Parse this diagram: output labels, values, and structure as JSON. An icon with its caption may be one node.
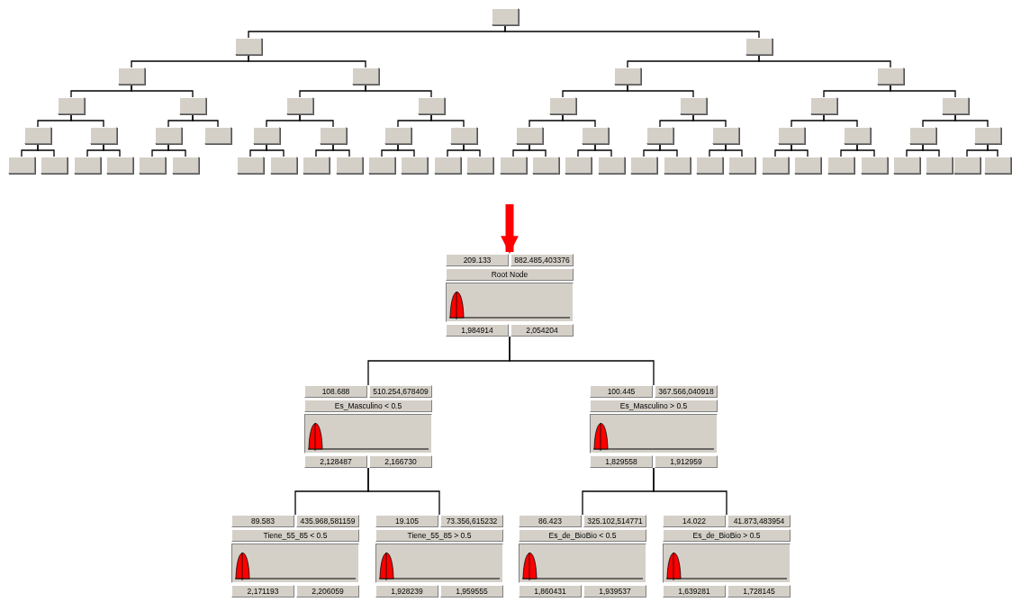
{
  "diagram": {
    "nodes": [
      {
        "text": [],
        "shape": "box"
      },
      {
        "text": [],
        "shape": "box"
      },
      {
        "text": [],
        "shape": "box"
      },
      {
        "text": [],
        "shape": "box"
      },
      {
        "text": [],
        "shape": "box"
      },
      {
        "text": [],
        "shape": "box"
      },
      {
        "text": [],
        "shape": "box"
      },
      {
        "text": [],
        "shape": "box"
      },
      {
        "text": [],
        "shape": "box"
      },
      {
        "text": [],
        "shape": "box"
      },
      {
        "text": [],
        "shape": "box"
      },
      {
        "text": [],
        "shape": "box"
      },
      {
        "text": [],
        "shape": "box"
      },
      {
        "text": [],
        "shape": "box"
      },
      {
        "text": [],
        "shape": "box"
      },
      {
        "text": [],
        "shape": "box"
      },
      {
        "text": [],
        "shape": "box"
      },
      {
        "text": [],
        "shape": "box"
      },
      {
        "text": [],
        "shape": "box"
      },
      {
        "text": [],
        "shape": "box"
      },
      {
        "text": [],
        "shape": "box"
      },
      {
        "text": [],
        "shape": "box"
      },
      {
        "text": [],
        "shape": "box"
      },
      {
        "text": [],
        "shape": "box"
      },
      {
        "text": [],
        "shape": "box"
      },
      {
        "text": [],
        "shape": "box"
      },
      {
        "text": [],
        "shape": "box"
      },
      {
        "text": [],
        "shape": "box"
      },
      {
        "text": [],
        "shape": "box"
      },
      {
        "text": [],
        "shape": "box"
      },
      {
        "text": [],
        "shape": "box"
      },
      {
        "text": [],
        "shape": "box"
      },
      {
        "text": [],
        "shape": "box"
      },
      {
        "text": [],
        "shape": "box"
      },
      {
        "text": [],
        "shape": "box"
      },
      {
        "text": [],
        "shape": "box"
      },
      {
        "text": [],
        "shape": "box"
      },
      {
        "text": [],
        "shape": "box"
      },
      {
        "text": [],
        "shape": "box"
      },
      {
        "text": [],
        "shape": "box"
      },
      {
        "text": [],
        "shape": "box"
      },
      {
        "text": [],
        "shape": "box"
      },
      {
        "text": [],
        "shape": "box"
      },
      {
        "text": [],
        "shape": "box"
      },
      {
        "text": [],
        "shape": "box"
      },
      {
        "text": [],
        "shape": "box"
      },
      {
        "text": [],
        "shape": "box"
      },
      {
        "text": [],
        "shape": "box"
      },
      {
        "text": [],
        "shape": "box"
      },
      {
        "text": [],
        "shape": "box"
      },
      {
        "text": [],
        "shape": "box"
      },
      {
        "text": [],
        "shape": "box"
      },
      {
        "text": [],
        "shape": "box"
      },
      {
        "text": [],
        "shape": "box"
      },
      {
        "text": [],
        "shape": "box"
      },
      {
        "text": [],
        "shape": "box"
      },
      {
        "text": [],
        "shape": "box"
      },
      {
        "text": [],
        "shape": "box"
      },
      {
        "text": [],
        "shape": "box"
      },
      {
        "text": [],
        "shape": "box"
      },
      {
        "text": [],
        "shape": "box"
      },
      {
        "text": [
          "209.133",
          "882.485,403376",
          "Root Node",
          "1,984914",
          "2,054204"
        ]
      },
      {
        "text": [
          "108.688",
          "510.254,678409",
          "Es_Masculino < 0.5",
          "2,128487",
          "2,166730"
        ]
      },
      {
        "text": [
          "100.445",
          "367.566,040918",
          "Es_Masculino > 0.5",
          "1,829558",
          "1,912959"
        ]
      },
      {
        "text": [
          "89.583",
          "435.968,581159",
          "Tiene_55_85 < 0.5",
          "2,171193",
          "2,206059"
        ]
      },
      {
        "text": [
          "19.105",
          "73.356,615232",
          "Tiene_55_85 > 0.5",
          "1,928239",
          "1,959555"
        ]
      },
      {
        "text": [
          "86.423",
          "325.102,514771",
          "Es_de_BioBio < 0.5",
          "1,860431",
          "1,939537"
        ]
      },
      {
        "text": [
          "14.022",
          "41.873,483954",
          "Es_de_BioBio > 0.5",
          "1,639281",
          "1,728145"
        ]
      }
    ],
    "edges": [
      {
        "from": 0,
        "to": 1,
        "arrow": "none"
      },
      {
        "from": 0,
        "to": 2,
        "arrow": "none"
      },
      {
        "from": 1,
        "to": 3,
        "arrow": "none"
      },
      {
        "from": 1,
        "to": 4,
        "arrow": "none"
      },
      {
        "from": 2,
        "to": 5,
        "arrow": "none"
      },
      {
        "from": 2,
        "to": 6,
        "arrow": "none"
      },
      {
        "from": 3,
        "to": 7,
        "arrow": "none"
      },
      {
        "from": 3,
        "to": 8,
        "arrow": "none"
      },
      {
        "from": 4,
        "to": 9,
        "arrow": "none"
      },
      {
        "from": 4,
        "to": 10,
        "arrow": "none"
      },
      {
        "from": 5,
        "to": 11,
        "arrow": "none"
      },
      {
        "from": 5,
        "to": 12,
        "arrow": "none"
      },
      {
        "from": 6,
        "to": 13,
        "arrow": "none"
      },
      {
        "from": 6,
        "to": 14,
        "arrow": "none"
      },
      {
        "from": 7,
        "to": 15,
        "arrow": "none"
      },
      {
        "from": 7,
        "to": 16,
        "arrow": "none"
      },
      {
        "from": 8,
        "to": 17,
        "arrow": "none"
      },
      {
        "from": 8,
        "to": 18,
        "arrow": "none"
      },
      {
        "from": 9,
        "to": 19,
        "arrow": "none"
      },
      {
        "from": 9,
        "to": 20,
        "arrow": "none"
      },
      {
        "from": 10,
        "to": 21,
        "arrow": "none"
      },
      {
        "from": 10,
        "to": 22,
        "arrow": "none"
      },
      {
        "from": 11,
        "to": 23,
        "arrow": "none"
      },
      {
        "from": 11,
        "to": 24,
        "arrow": "none"
      },
      {
        "from": 12,
        "to": 25,
        "arrow": "none"
      },
      {
        "from": 12,
        "to": 26,
        "arrow": "none"
      },
      {
        "from": 13,
        "to": 27,
        "arrow": "none"
      },
      {
        "from": 13,
        "to": 28,
        "arrow": "none"
      },
      {
        "from": 14,
        "to": 29,
        "arrow": "none"
      },
      {
        "from": 14,
        "to": 30,
        "arrow": "none"
      },
      {
        "from": 15,
        "to": 31,
        "arrow": "none"
      },
      {
        "from": 15,
        "to": 32,
        "arrow": "none"
      },
      {
        "from": 16,
        "to": 33,
        "arrow": "none"
      },
      {
        "from": 16,
        "to": 34,
        "arrow": "none"
      },
      {
        "from": 17,
        "to": 35,
        "arrow": "none"
      },
      {
        "from": 17,
        "to": 36,
        "arrow": "none"
      },
      {
        "from": 19,
        "to": 37,
        "arrow": "none"
      },
      {
        "from": 19,
        "to": 38,
        "arrow": "none"
      },
      {
        "from": 20,
        "to": 39,
        "arrow": "none"
      },
      {
        "from": 20,
        "to": 40,
        "arrow": "none"
      },
      {
        "from": 21,
        "to": 41,
        "arrow": "none"
      },
      {
        "from": 21,
        "to": 42,
        "arrow": "none"
      },
      {
        "from": 22,
        "to": 43,
        "arrow": "none"
      },
      {
        "from": 22,
        "to": 44,
        "arrow": "none"
      },
      {
        "from": 23,
        "to": 45,
        "arrow": "none"
      },
      {
        "from": 23,
        "to": 46,
        "arrow": "none"
      },
      {
        "from": 24,
        "to": 47,
        "arrow": "none"
      },
      {
        "from": 24,
        "to": 48,
        "arrow": "none"
      },
      {
        "from": 25,
        "to": 49,
        "arrow": "none"
      },
      {
        "from": 25,
        "to": 50,
        "arrow": "none"
      },
      {
        "from": 26,
        "to": 51,
        "arrow": "none"
      },
      {
        "from": 26,
        "to": 52,
        "arrow": "none"
      },
      {
        "from": 27,
        "to": 53,
        "arrow": "none"
      },
      {
        "from": 27,
        "to": 54,
        "arrow": "none"
      },
      {
        "from": 28,
        "to": 55,
        "arrow": "none"
      },
      {
        "from": 28,
        "to": 56,
        "arrow": "none"
      },
      {
        "from": 29,
        "to": 57,
        "arrow": "none"
      },
      {
        "from": 29,
        "to": 58,
        "arrow": "none"
      },
      {
        "from": 30,
        "to": 59,
        "arrow": "none"
      },
      {
        "from": 30,
        "to": 60,
        "arrow": "none"
      },
      {
        "from": null,
        "to": 61,
        "arrow": "to",
        "style": "thick",
        "color": "#ff0000"
      },
      {
        "from": 61,
        "to": 62,
        "arrow": "none"
      },
      {
        "from": 61,
        "to": 63,
        "arrow": "none"
      },
      {
        "from": 62,
        "to": 64,
        "arrow": "none"
      },
      {
        "from": 62,
        "to": 65,
        "arrow": "none"
      },
      {
        "from": 63,
        "to": 66,
        "arrow": "none"
      },
      {
        "from": 63,
        "to": 67,
        "arrow": "none"
      }
    ]
  }
}
